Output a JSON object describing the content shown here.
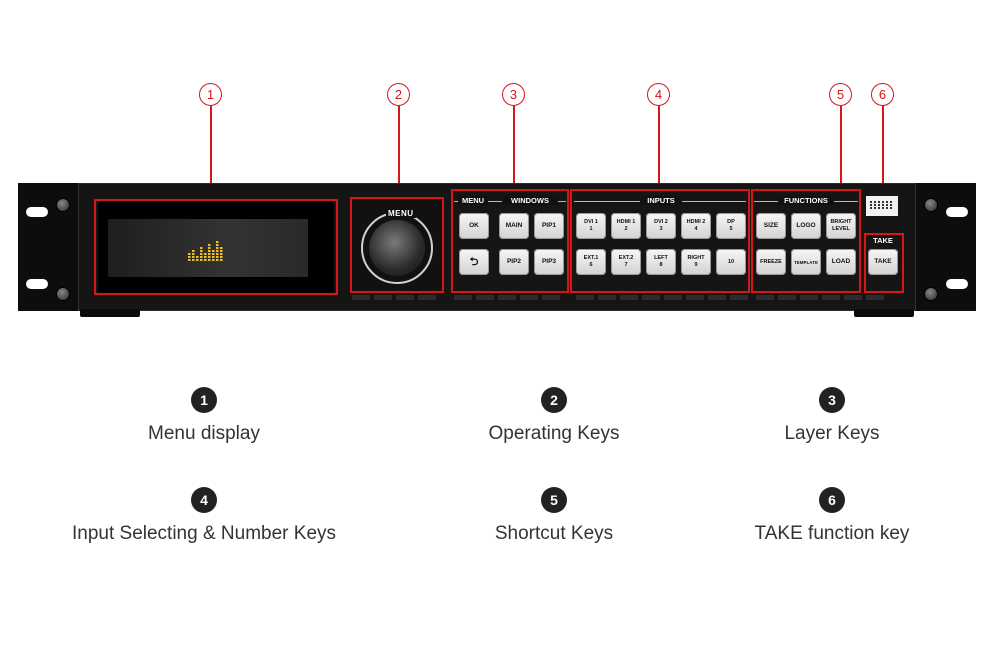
{
  "callouts": [
    {
      "num": "1"
    },
    {
      "num": "2"
    },
    {
      "num": "3"
    },
    {
      "num": "4"
    },
    {
      "num": "5"
    },
    {
      "num": "6"
    }
  ],
  "device": {
    "knob_label": "MENU",
    "groups": {
      "menu": "MENU",
      "windows": "WINDOWS",
      "inputs": "INPUTS",
      "functions": "FUNCTIONS",
      "take": "TAKE"
    },
    "keys": {
      "ok": "OK",
      "back": "⮌",
      "main": "MAIN",
      "pip1": "PIP1",
      "pip2": "PIP2",
      "pip3": "PIP3",
      "dvi1": "DVI 1\n1",
      "hdmi1": "HDMI 1\n2",
      "dvi2": "DVI 2\n3",
      "hdmi2": "HDMI 2\n4",
      "dp": "DP\n5",
      "ext1": "EXT.1\n6",
      "ext2": "EXT.2\n7",
      "left": "LEFT\n8",
      "right": "RIGHT\n9",
      "ten": "10",
      "size": "SIZE",
      "logo": "LOGO",
      "bright": "BRIGHT\nLEVEL",
      "freeze": "FREEZE",
      "template": "TEMPLATE",
      "load": "LOAD",
      "take": "TAKE"
    }
  },
  "legend": [
    {
      "num": "1",
      "label": "Menu display"
    },
    {
      "num": "2",
      "label": "Operating Keys"
    },
    {
      "num": "3",
      "label": "Layer Keys"
    },
    {
      "num": "4",
      "label": "Input Selecting & Number Keys"
    },
    {
      "num": "5",
      "label": "Shortcut Keys"
    },
    {
      "num": "6",
      "label": "TAKE function key"
    }
  ],
  "colors": {
    "callout": "#d8151b",
    "display_glyph": "#f2c21b",
    "chassis": "#151515"
  }
}
